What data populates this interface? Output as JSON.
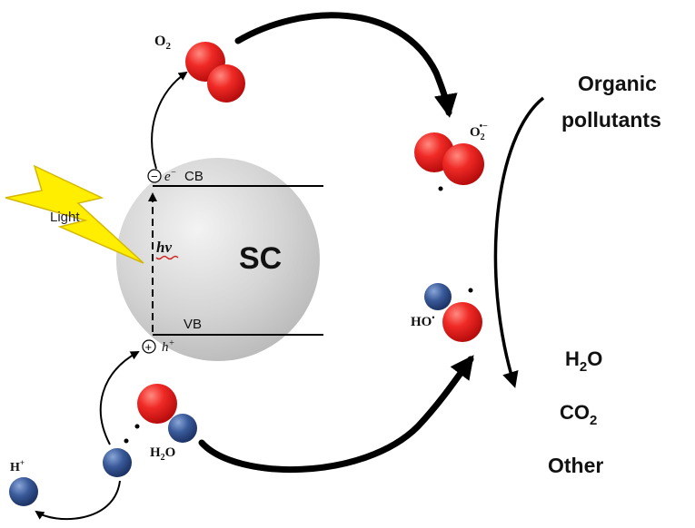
{
  "labels": {
    "light": "Light",
    "sc": "SC",
    "hv": "hv",
    "cb": "CB",
    "vb": "VB",
    "electron_sym": "e",
    "electron_sup": "−",
    "hole_sym": "h",
    "hole_sup": "+",
    "minus_sign": "−",
    "plus_sign": "+",
    "o2_base": "O",
    "o2_sub": "2",
    "superoxide_base": "O",
    "superoxide_sub": "2",
    "superoxide_sup": "•−",
    "hydroxyl": "HO",
    "hydroxyl_sup": "•",
    "water_left": "H",
    "water_sub": "2",
    "water_right": "O",
    "proton": "H",
    "proton_sup": "+",
    "organic_line1": "Organic",
    "organic_line2": "pollutants",
    "product_water_left": "H",
    "product_water_sub": "2",
    "product_water_right": "O",
    "product_co2_left": "CO",
    "product_co2_sub": "2",
    "product_other": "Other"
  },
  "colors": {
    "oxygen_red": "#e8282a",
    "hydrogen_blue": "#2f4f8f",
    "light_yellow": "#ffee00",
    "sphere_gray": "#cfcfcf",
    "arrow_black": "#000000",
    "hv_underline_red": "#d12020"
  }
}
